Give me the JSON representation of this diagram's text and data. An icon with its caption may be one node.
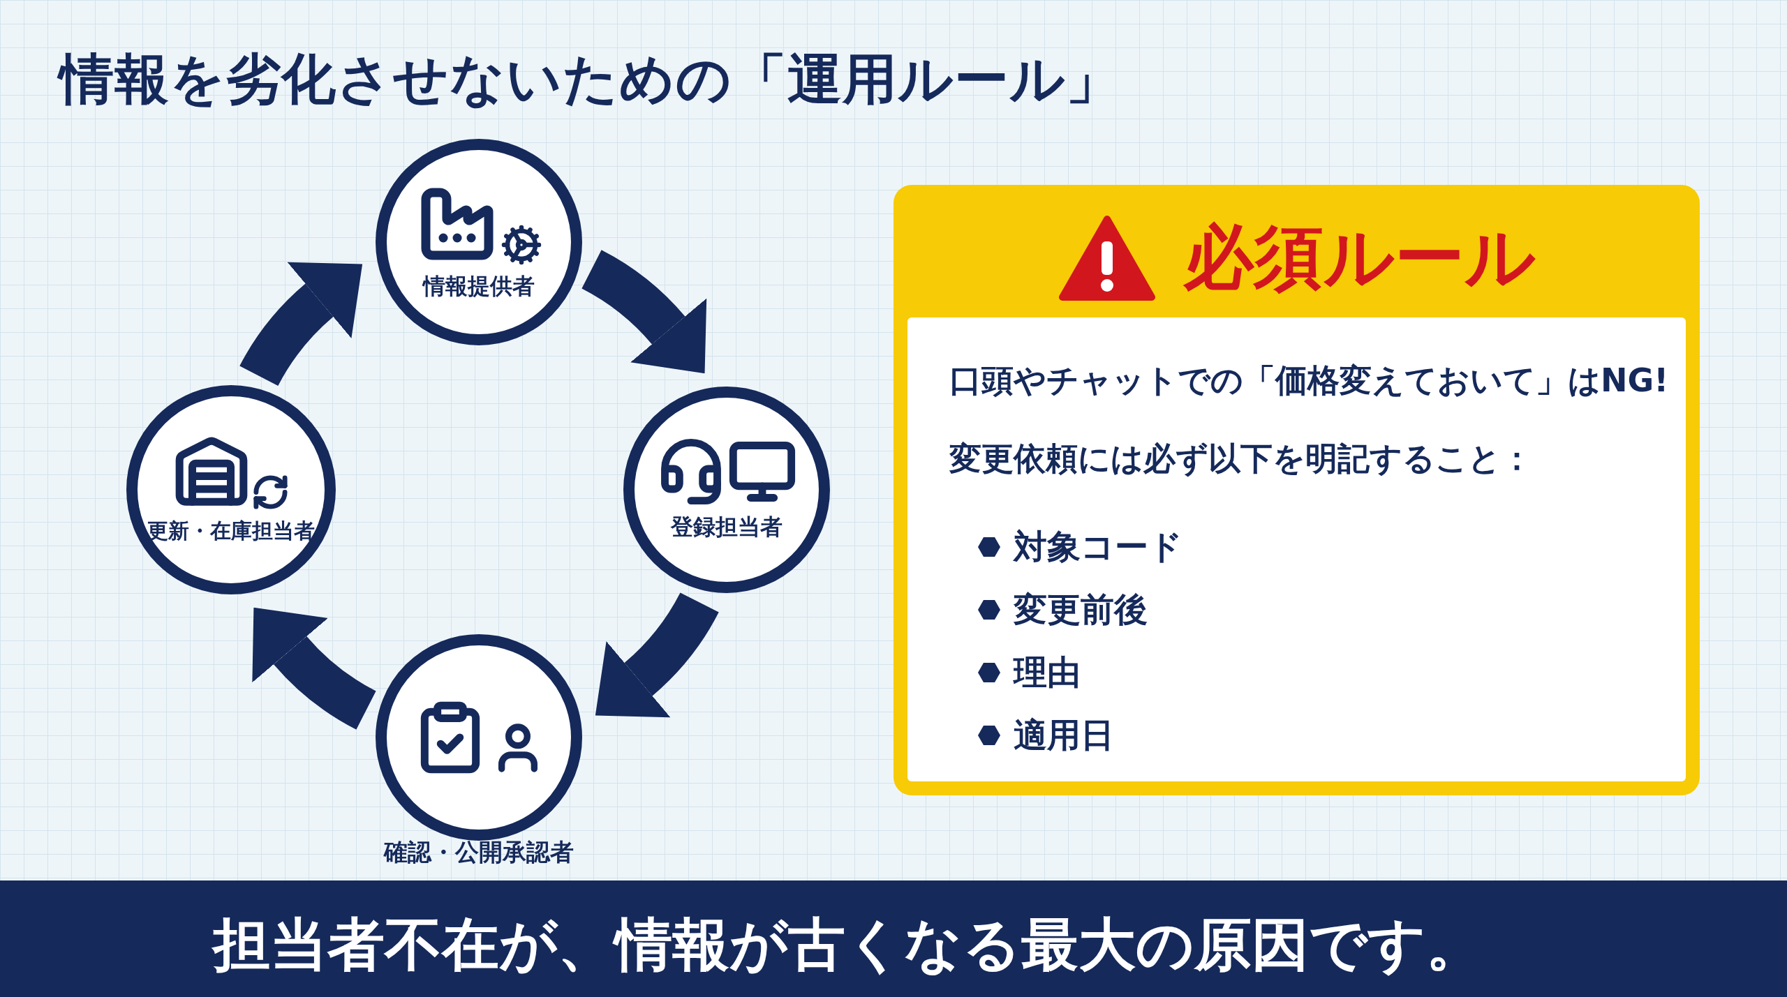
{
  "diagram": {
    "title": "情報を劣化させないための「運用ルール」",
    "caption": "担当者不在が、情報が古くなる最大の原因です。",
    "nodes": [
      {
        "text": [
          "情報提供者"
        ]
      },
      {
        "text": [
          "登録担当者"
        ]
      },
      {
        "text": [
          "確認・公開承認者"
        ]
      },
      {
        "text": [
          "更新・在庫担当者"
        ]
      },
      {
        "text": [
          "必須ルール"
        ]
      },
      {
        "text": [
          "口頭やチャットでの**「価格変えておいて」**は**NG!**",
          "変更依頼には必ず以下を明記すること：",
          "対象コード",
          "変更前後",
          "理由",
          "適用日"
        ],
        "in": 4
      }
    ],
    "edges": [
      {
        "from": 0,
        "to": 1,
        "arrow": "to"
      },
      {
        "from": 1,
        "to": 2,
        "arrow": "to"
      },
      {
        "from": 2,
        "to": 3,
        "arrow": "to"
      },
      {
        "from": 3,
        "to": 0,
        "arrow": "to"
      }
    ]
  }
}
